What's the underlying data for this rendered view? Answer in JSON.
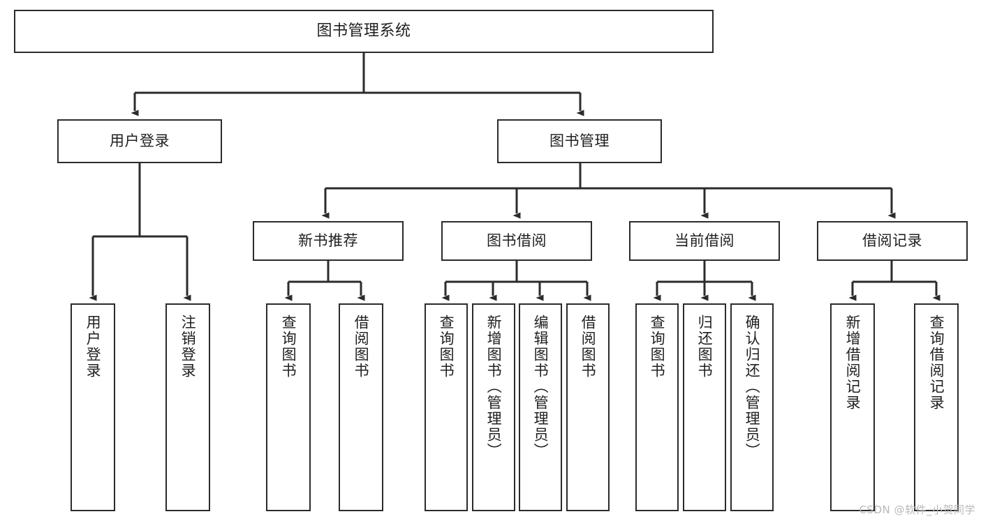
{
  "diagram": {
    "type": "hierarchy-tree",
    "title": "图书管理系统",
    "watermark": "CSDN @软件_小贺同学",
    "colors": {
      "stroke": "#2b2b2b",
      "fill": "#ffffff",
      "text": "#1f1f1f",
      "watermark": "#b9b9b9"
    },
    "nodes": {
      "root": {
        "label": "图书管理系统"
      },
      "level2": [
        {
          "label": "用户登录"
        },
        {
          "label": "图书管理"
        }
      ],
      "level3": [
        {
          "label": "新书推荐"
        },
        {
          "label": "图书借阅"
        },
        {
          "label": "当前借阅"
        },
        {
          "label": "借阅记录"
        }
      ],
      "leaves": {
        "user_login": [
          {
            "label": "用户登录"
          },
          {
            "label": "注销登录"
          }
        ],
        "new_book": [
          {
            "label": "查询图书"
          },
          {
            "label": "借阅图书"
          }
        ],
        "book_borrow": [
          {
            "label": "查询图书"
          },
          {
            "label": "新增图书（管理员）"
          },
          {
            "label": "编辑图书（管理员）"
          },
          {
            "label": "借阅图书"
          }
        ],
        "current_borrow": [
          {
            "label": "查询图书"
          },
          {
            "label": "归还图书"
          },
          {
            "label": "确认归还（管理员）"
          }
        ],
        "borrow_record": [
          {
            "label": "新增借阅记录"
          },
          {
            "label": "查询借阅记录"
          }
        ]
      }
    }
  }
}
